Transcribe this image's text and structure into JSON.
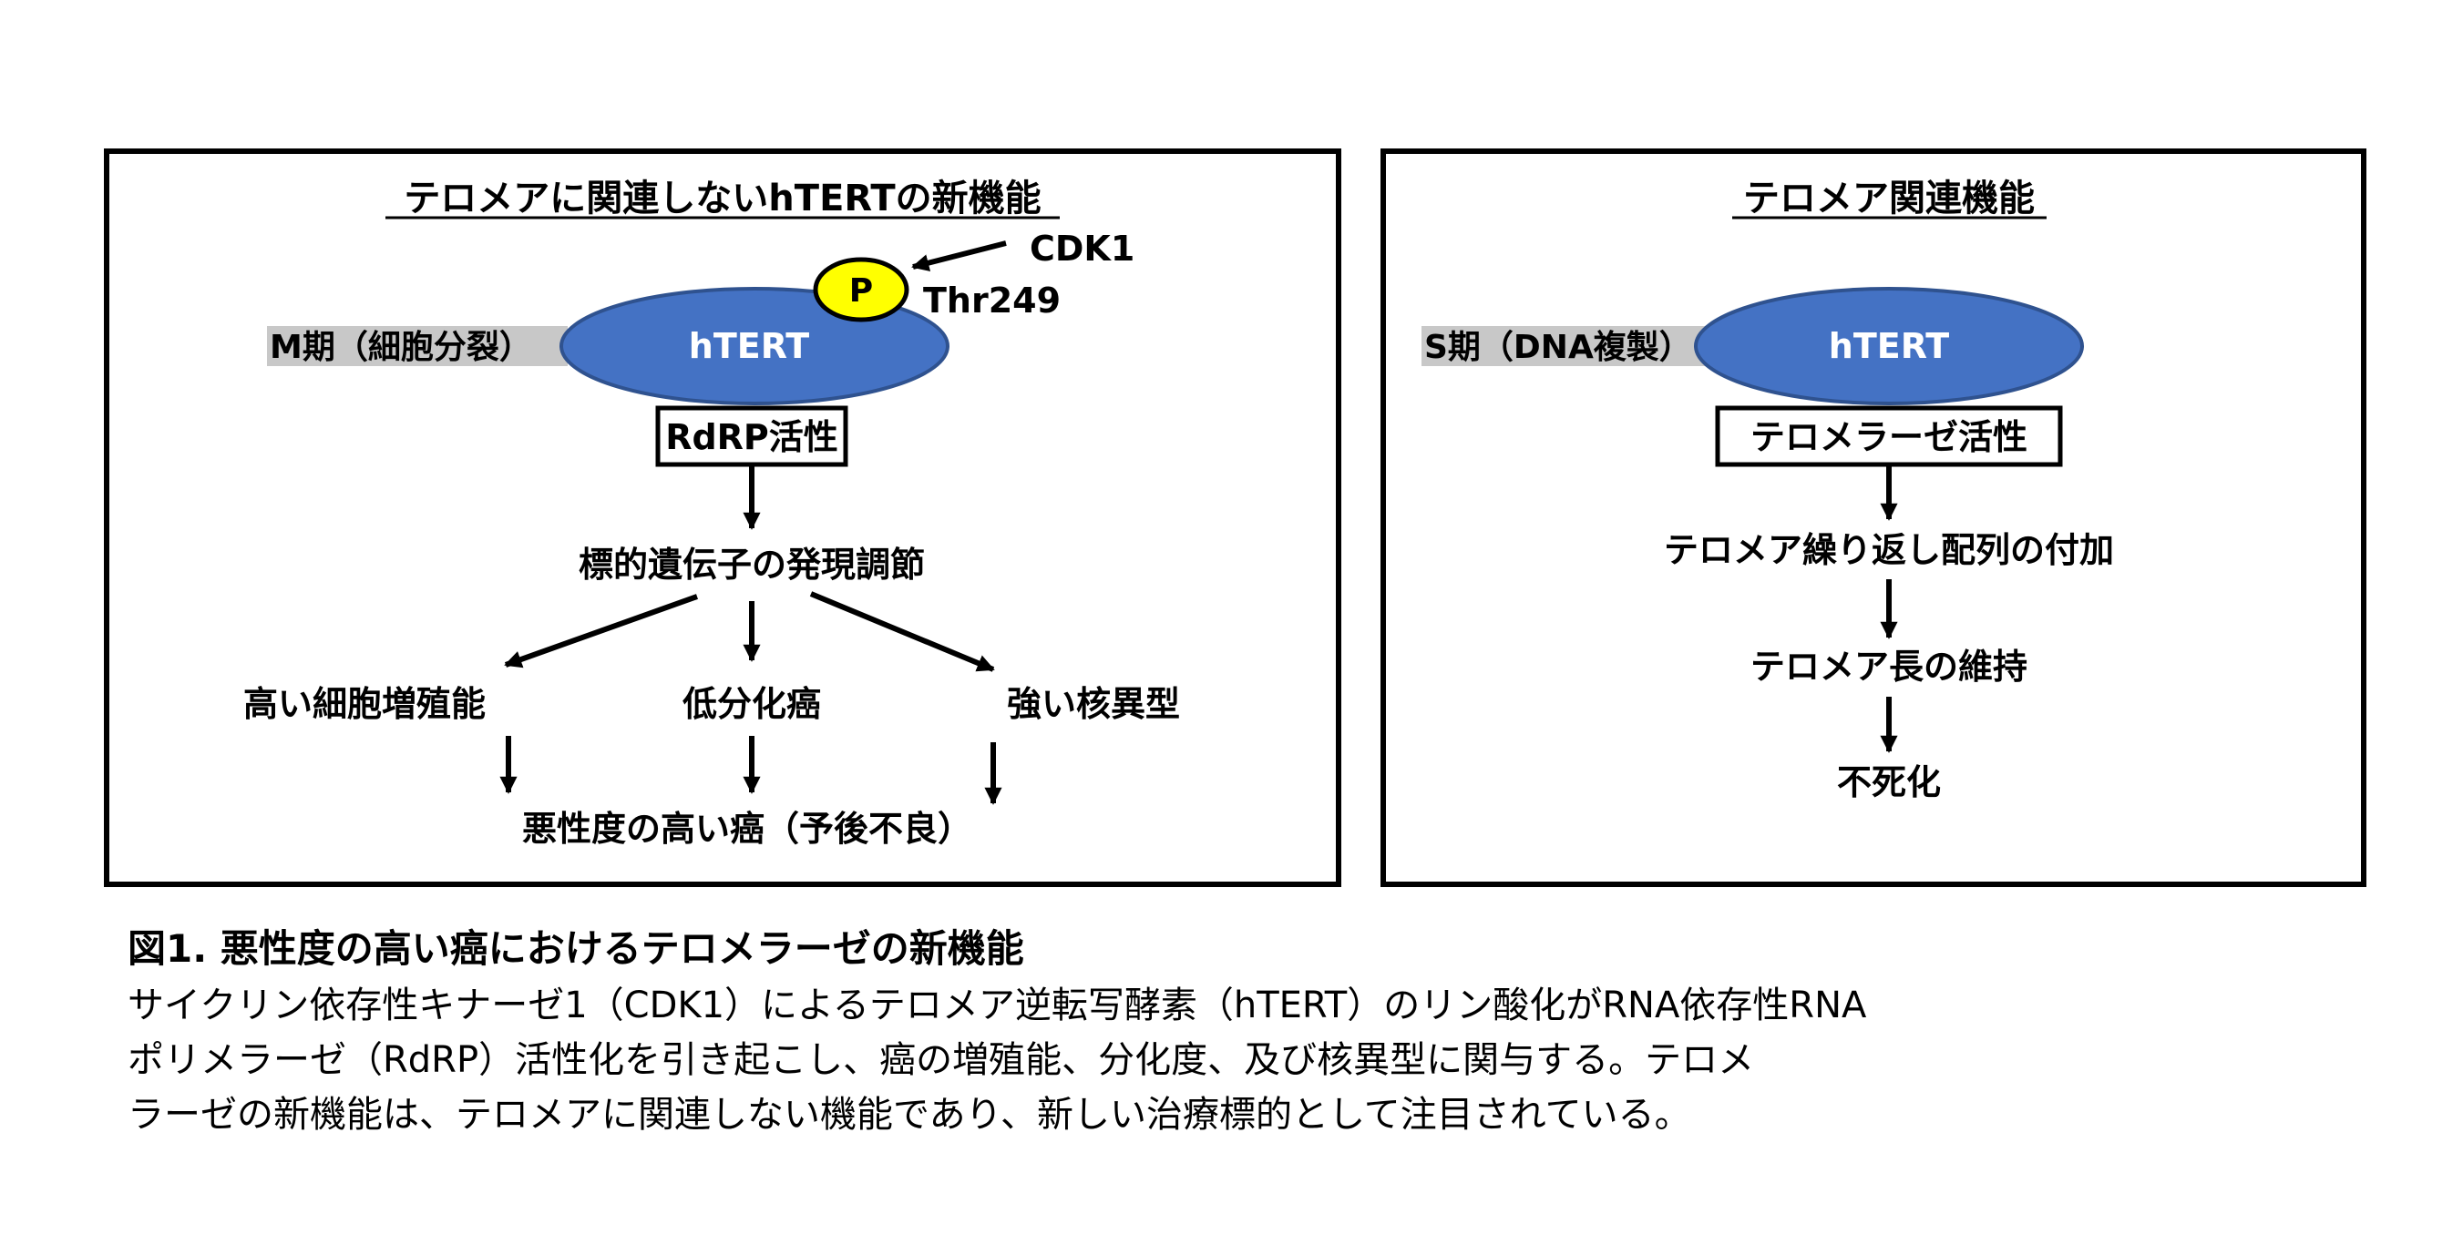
{
  "colors": {
    "ellipse_fill": "#4472C4",
    "ellipse_stroke": "#2F528F",
    "phospho_fill": "#FFFF00",
    "band_fill": "#C8C8C8"
  },
  "left_panel": {
    "title": "テロメアに関連しないhTERTの新機能",
    "kinase": "CDK1",
    "phospho_label": "P",
    "site": "Thr249",
    "phase": "M期（細胞分裂）",
    "enzyme": "hTERT",
    "activity": "RdRP活性",
    "step": "標的遺伝子の発現調節",
    "outcomes": [
      "高い細胞増殖能",
      "低分化癌",
      "強い核異型"
    ],
    "result": "悪性度の高い癌（予後不良）"
  },
  "right_panel": {
    "title": "テロメア関連機能",
    "phase": "S期（DNA複製）",
    "enzyme": "hTERT",
    "activity": "テロメラーゼ活性",
    "steps": [
      "テロメア繰り返し配列の付加",
      "テロメア長の維持",
      "不死化"
    ]
  },
  "caption": {
    "title": "図1. 悪性度の高い癌におけるテロメラーゼの新機能",
    "lines": [
      "サイクリン依存性キナーゼ1（CDK1）によるテロメア逆転写酵素（hTERT）のリン酸化がRNA依存性RNA",
      "ポリメラーゼ（RdRP）活性化を引き起こし、癌の増殖能、分化度、及び核異型に関与する。テロメ",
      "ラーゼの新機能は、テロメアに関連しない機能であり、新しい治療標的として注目されている。"
    ]
  }
}
